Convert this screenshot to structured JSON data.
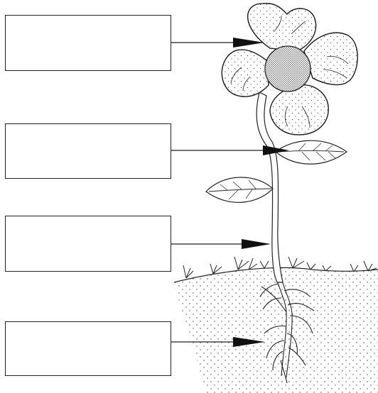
{
  "diagram": {
    "type": "plant-parts-labeling-worksheet",
    "boxes": [
      {
        "id": "flower",
        "text": ""
      },
      {
        "id": "leaf",
        "text": ""
      },
      {
        "id": "stem",
        "text": ""
      },
      {
        "id": "root",
        "text": ""
      }
    ],
    "arrows": [
      {
        "from": "flower-box",
        "to": "flower"
      },
      {
        "from": "leaf-box",
        "to": "leaf"
      },
      {
        "from": "stem-box",
        "to": "stem"
      },
      {
        "from": "root-box",
        "to": "roots"
      }
    ]
  }
}
